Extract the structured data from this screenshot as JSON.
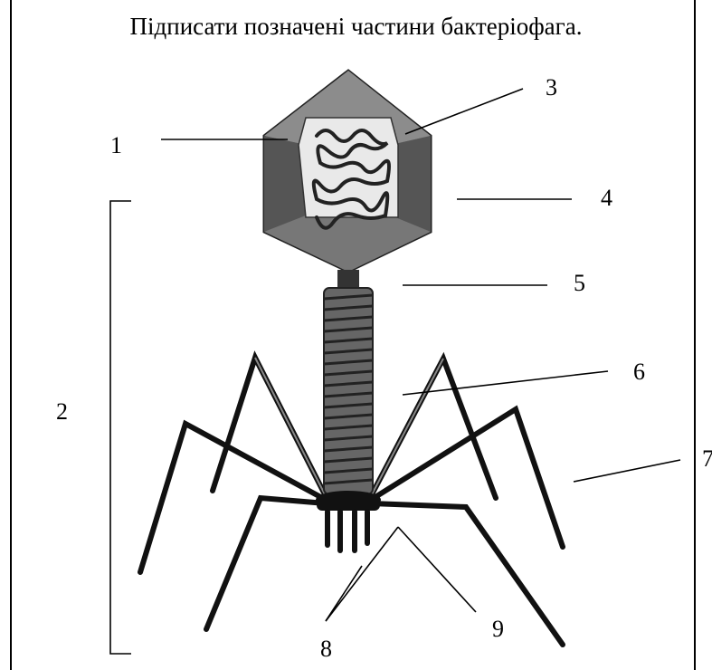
{
  "title": "Підписати позначені частини бактеріофага.",
  "labels": {
    "l1": "1",
    "l2": "2",
    "l3": "3",
    "l4": "4",
    "l5": "5",
    "l6": "6",
    "l7": "7",
    "l8": "8",
    "l9": "9"
  }
}
